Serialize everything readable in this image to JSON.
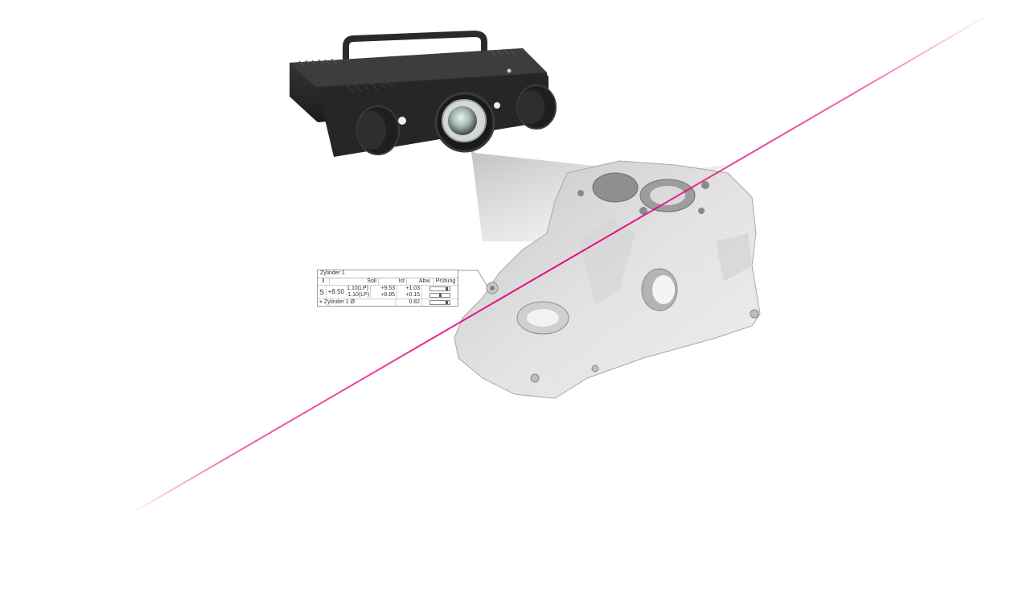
{
  "measurement_table": {
    "title": "Zylinder 1",
    "header": {
      "id_symbol": "ǁ",
      "soll": "Soll",
      "ist": "Ist",
      "abw": "Abw.",
      "pruefung": "Prüfung"
    },
    "feature": {
      "symbol": "S",
      "nominal": "+8.50",
      "rows": [
        {
          "tol": "1.10(LP)",
          "ist": "+9.53",
          "abw": "+1.03",
          "check_level": 0.9
        },
        {
          "tol": "-1.10(LP)",
          "ist": "+8.85",
          "abw": "+0.15",
          "check_level": 0.5
        }
      ]
    },
    "footer": {
      "icon": "crosshair-icon",
      "name": "Zylinder 1 Ø",
      "value": "0.82",
      "check_level": 0.9
    }
  },
  "colors": {
    "laser_line": "#e6007e",
    "scanner_body": "#2b2b2b",
    "part_mesh": "#dcdcdc"
  }
}
